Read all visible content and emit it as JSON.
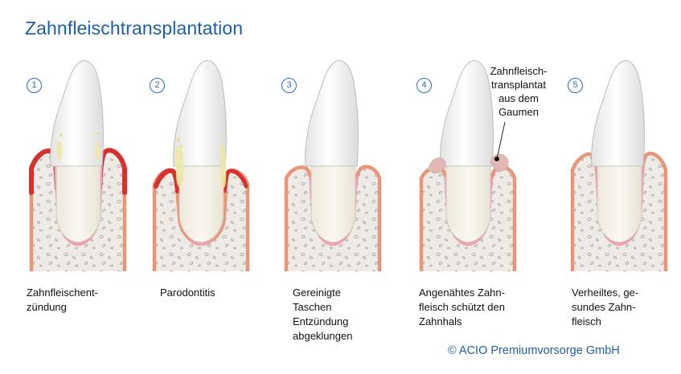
{
  "title": "Zahnfleischtransplantation",
  "stages": [
    {
      "number": "1",
      "caption": "Zahnfleischent-\nzündung"
    },
    {
      "number": "2",
      "caption": "Parodontitis"
    },
    {
      "number": "3",
      "caption": "Gereinigte\nTaschen\nEntzündung\nabgeklungen"
    },
    {
      "number": "4",
      "caption": "Angenähtes Zahn-\nfleisch schützt den\nZahnhals"
    },
    {
      "number": "5",
      "caption": "Verheiltes, ge-\nsundes Zahn-\nfleisch"
    }
  ],
  "callout": "Zahnfleisch-\ntransplantat\naus dem\nGaumen",
  "copyright": "© ACIO Premiumvorsorge GmbH",
  "colors": {
    "title": "#1d5fa6",
    "gum_healthy": "#e8957a",
    "gum_inflamed": "#d8302c",
    "bone": "#eeeae5",
    "pink_lining": "#eea3b8",
    "plaque": "#eee8a8",
    "graft": "#e2b8b4"
  }
}
